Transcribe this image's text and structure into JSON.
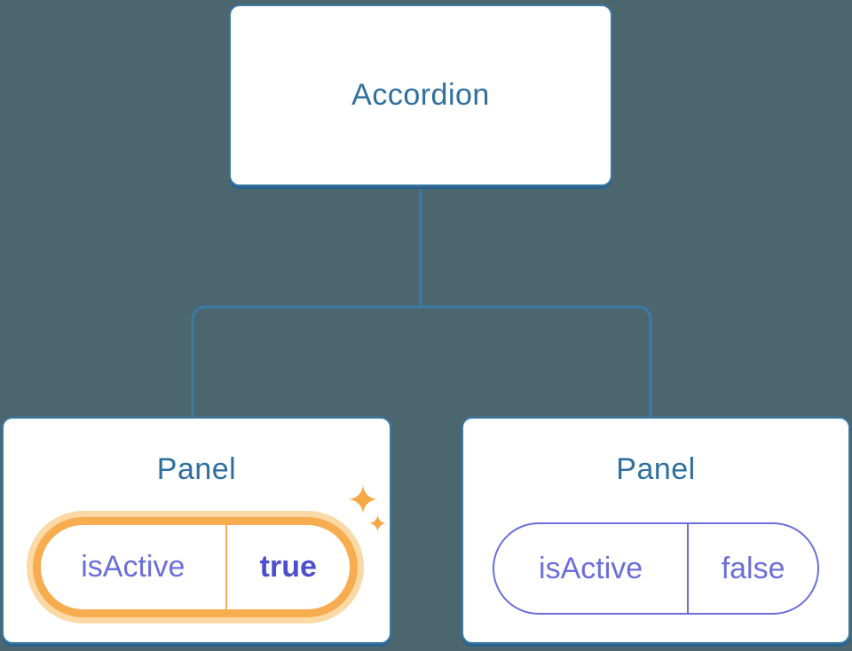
{
  "colors": {
    "background": "#4C666F",
    "node_border": "#3A7AA6",
    "node_shadow": "#2B618D",
    "node_title": "#2E6F9F",
    "state_text": "#6B6EDB",
    "state_value_active": "#4C4FCB",
    "active_ring": "#F7AC4F",
    "active_glow": "#FAD9A5",
    "sparkle": "#F5A843"
  },
  "diagram": {
    "type": "component-tree",
    "root": {
      "label": "Accordion"
    },
    "children": [
      {
        "label": "Panel",
        "state": {
          "name": "isActive",
          "value": "true"
        },
        "active": true,
        "decoration": "sparkle-highlight"
      },
      {
        "label": "Panel",
        "state": {
          "name": "isActive",
          "value": "false"
        },
        "active": false,
        "decoration": "none"
      }
    ]
  }
}
